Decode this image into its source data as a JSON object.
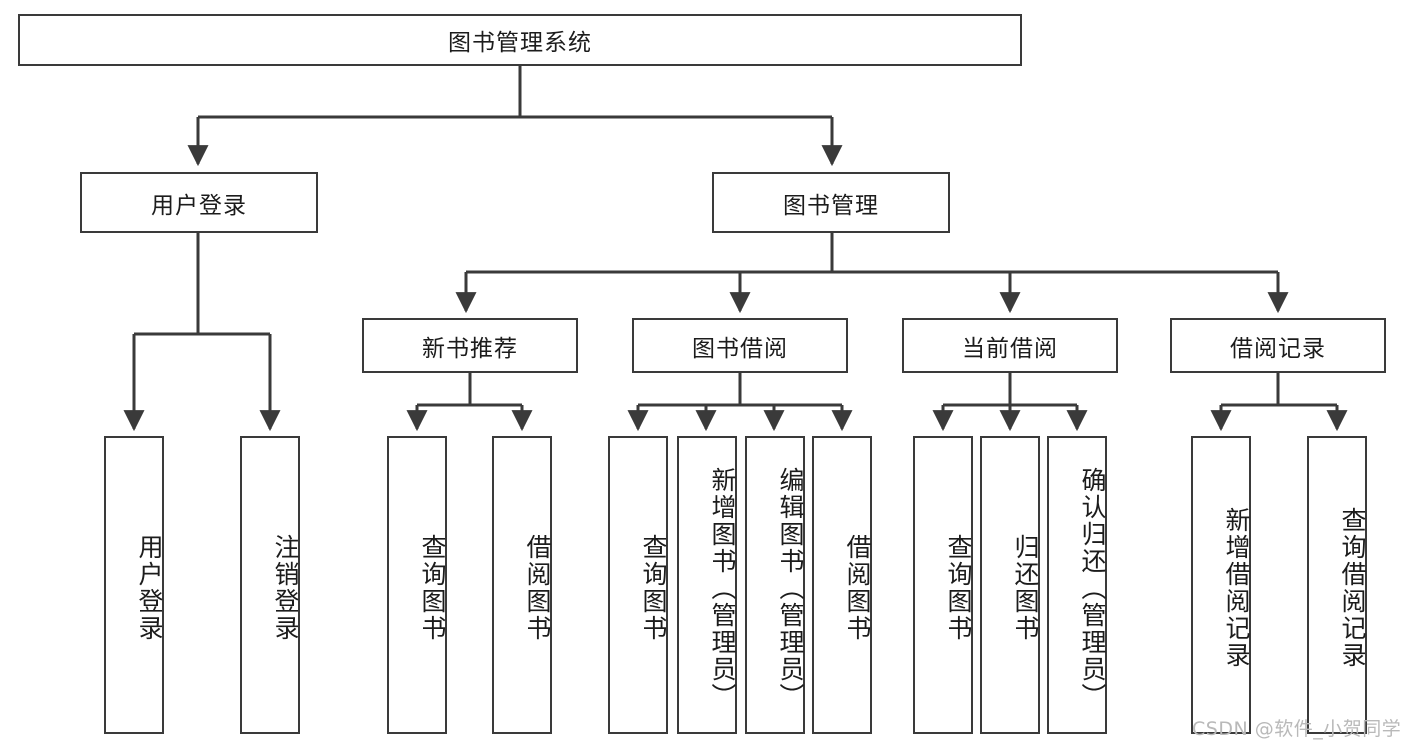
{
  "diagram": {
    "title": "图书管理系统",
    "type": "hierarchy-tree",
    "orientation": "top-down",
    "root": {
      "id": "root",
      "label": "图书管理系统",
      "text_direction": "horizontal"
    },
    "level2": [
      {
        "id": "user-login",
        "label": "用户登录",
        "text_direction": "horizontal"
      },
      {
        "id": "book-manage",
        "label": "图书管理",
        "text_direction": "horizontal"
      }
    ],
    "level3": [
      {
        "id": "new-book-rec",
        "label": "新书推荐",
        "parent": "book-manage",
        "text_direction": "horizontal"
      },
      {
        "id": "book-borrow",
        "label": "图书借阅",
        "parent": "book-manage",
        "text_direction": "horizontal"
      },
      {
        "id": "current-borrow",
        "label": "当前借阅",
        "parent": "book-manage",
        "text_direction": "horizontal"
      },
      {
        "id": "borrow-record",
        "label": "借阅记录",
        "parent": "book-manage",
        "text_direction": "horizontal"
      }
    ],
    "leaves": [
      {
        "id": "leaf-user-login",
        "label": "用户登录",
        "parent": "user-login",
        "text_direction": "vertical"
      },
      {
        "id": "leaf-user-logout",
        "label": "注销登录",
        "parent": "user-login",
        "text_direction": "vertical"
      },
      {
        "id": "leaf-rec-query",
        "label": "查询图书",
        "parent": "new-book-rec",
        "text_direction": "vertical"
      },
      {
        "id": "leaf-rec-borrow",
        "label": "借阅图书",
        "parent": "new-book-rec",
        "text_direction": "vertical"
      },
      {
        "id": "leaf-borrow-query",
        "label": "查询图书",
        "parent": "book-borrow",
        "text_direction": "vertical"
      },
      {
        "id": "leaf-borrow-add",
        "label": "新增图书（管理员）",
        "parent": "book-borrow",
        "text_direction": "vertical"
      },
      {
        "id": "leaf-borrow-edit",
        "label": "编辑图书（管理员）",
        "parent": "book-borrow",
        "text_direction": "vertical"
      },
      {
        "id": "leaf-borrow-lend",
        "label": "借阅图书",
        "parent": "book-borrow",
        "text_direction": "vertical"
      },
      {
        "id": "leaf-cur-query",
        "label": "查询图书",
        "parent": "current-borrow",
        "text_direction": "vertical"
      },
      {
        "id": "leaf-cur-return",
        "label": "归还图书",
        "parent": "current-borrow",
        "text_direction": "vertical"
      },
      {
        "id": "leaf-cur-confirm",
        "label": "确认归还（管理员）",
        "parent": "current-borrow",
        "text_direction": "vertical"
      },
      {
        "id": "leaf-rec-add",
        "label": "新增借阅记录",
        "parent": "borrow-record",
        "text_direction": "vertical"
      },
      {
        "id": "leaf-rec-search",
        "label": "查询借阅记录",
        "parent": "borrow-record",
        "text_direction": "vertical"
      }
    ]
  },
  "watermark": {
    "text": "CSDN @软件_小贺同学"
  },
  "colors": {
    "stroke": "#3a3a3a",
    "background": "#ffffff",
    "text": "#1c1c1c",
    "watermark": "#b9b9b9"
  }
}
